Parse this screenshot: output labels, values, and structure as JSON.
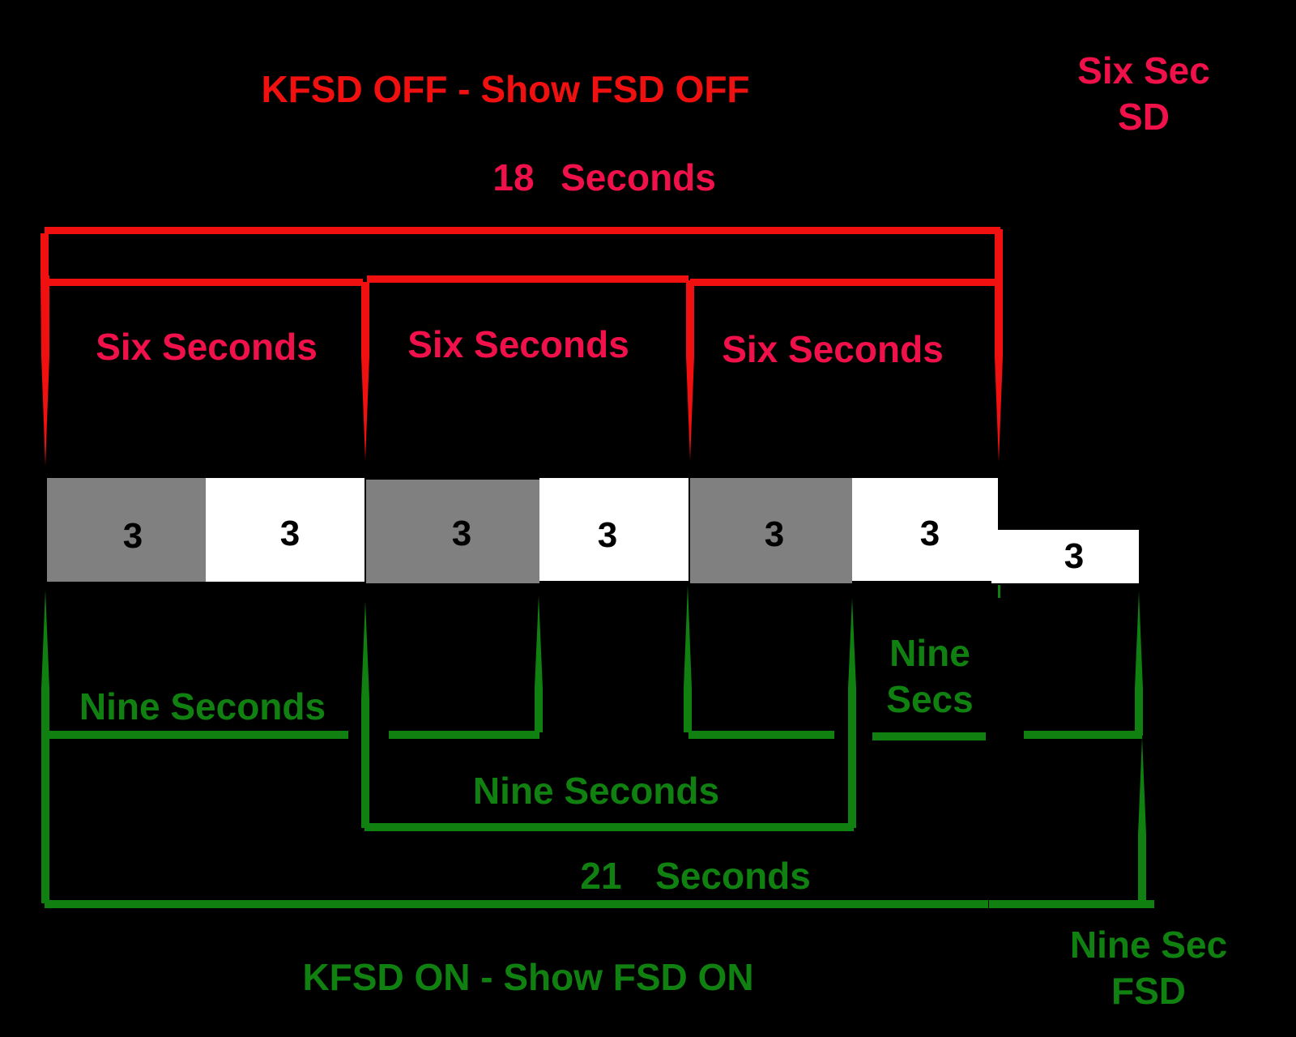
{
  "colors": {
    "background": "#000000",
    "red": "#f01010",
    "pink_red": "#f0104a",
    "green": "#108010",
    "gray_block": "#808080",
    "white_block": "#ffffff"
  },
  "top": {
    "title": "KFSD OFF - Show FSD OFF",
    "total_num": "18",
    "total_unit": "Seconds",
    "group_labels": [
      "Six Seconds",
      "Six Seconds",
      "Six Seconds"
    ],
    "side_label_line1": "Six Sec",
    "side_label_line2": "SD"
  },
  "segments": [
    "3",
    "3",
    "3",
    "3",
    "3",
    "3",
    "3"
  ],
  "bottom": {
    "group_label_1": "Nine Seconds",
    "group_label_2": "Nine Seconds",
    "group_label_3_line1": "Nine",
    "group_label_3_line2": "Secs",
    "total_num": "21",
    "total_unit": "Seconds",
    "title": "KFSD ON - Show FSD ON",
    "side_label_line1": "Nine Sec",
    "side_label_line2": "FSD"
  }
}
